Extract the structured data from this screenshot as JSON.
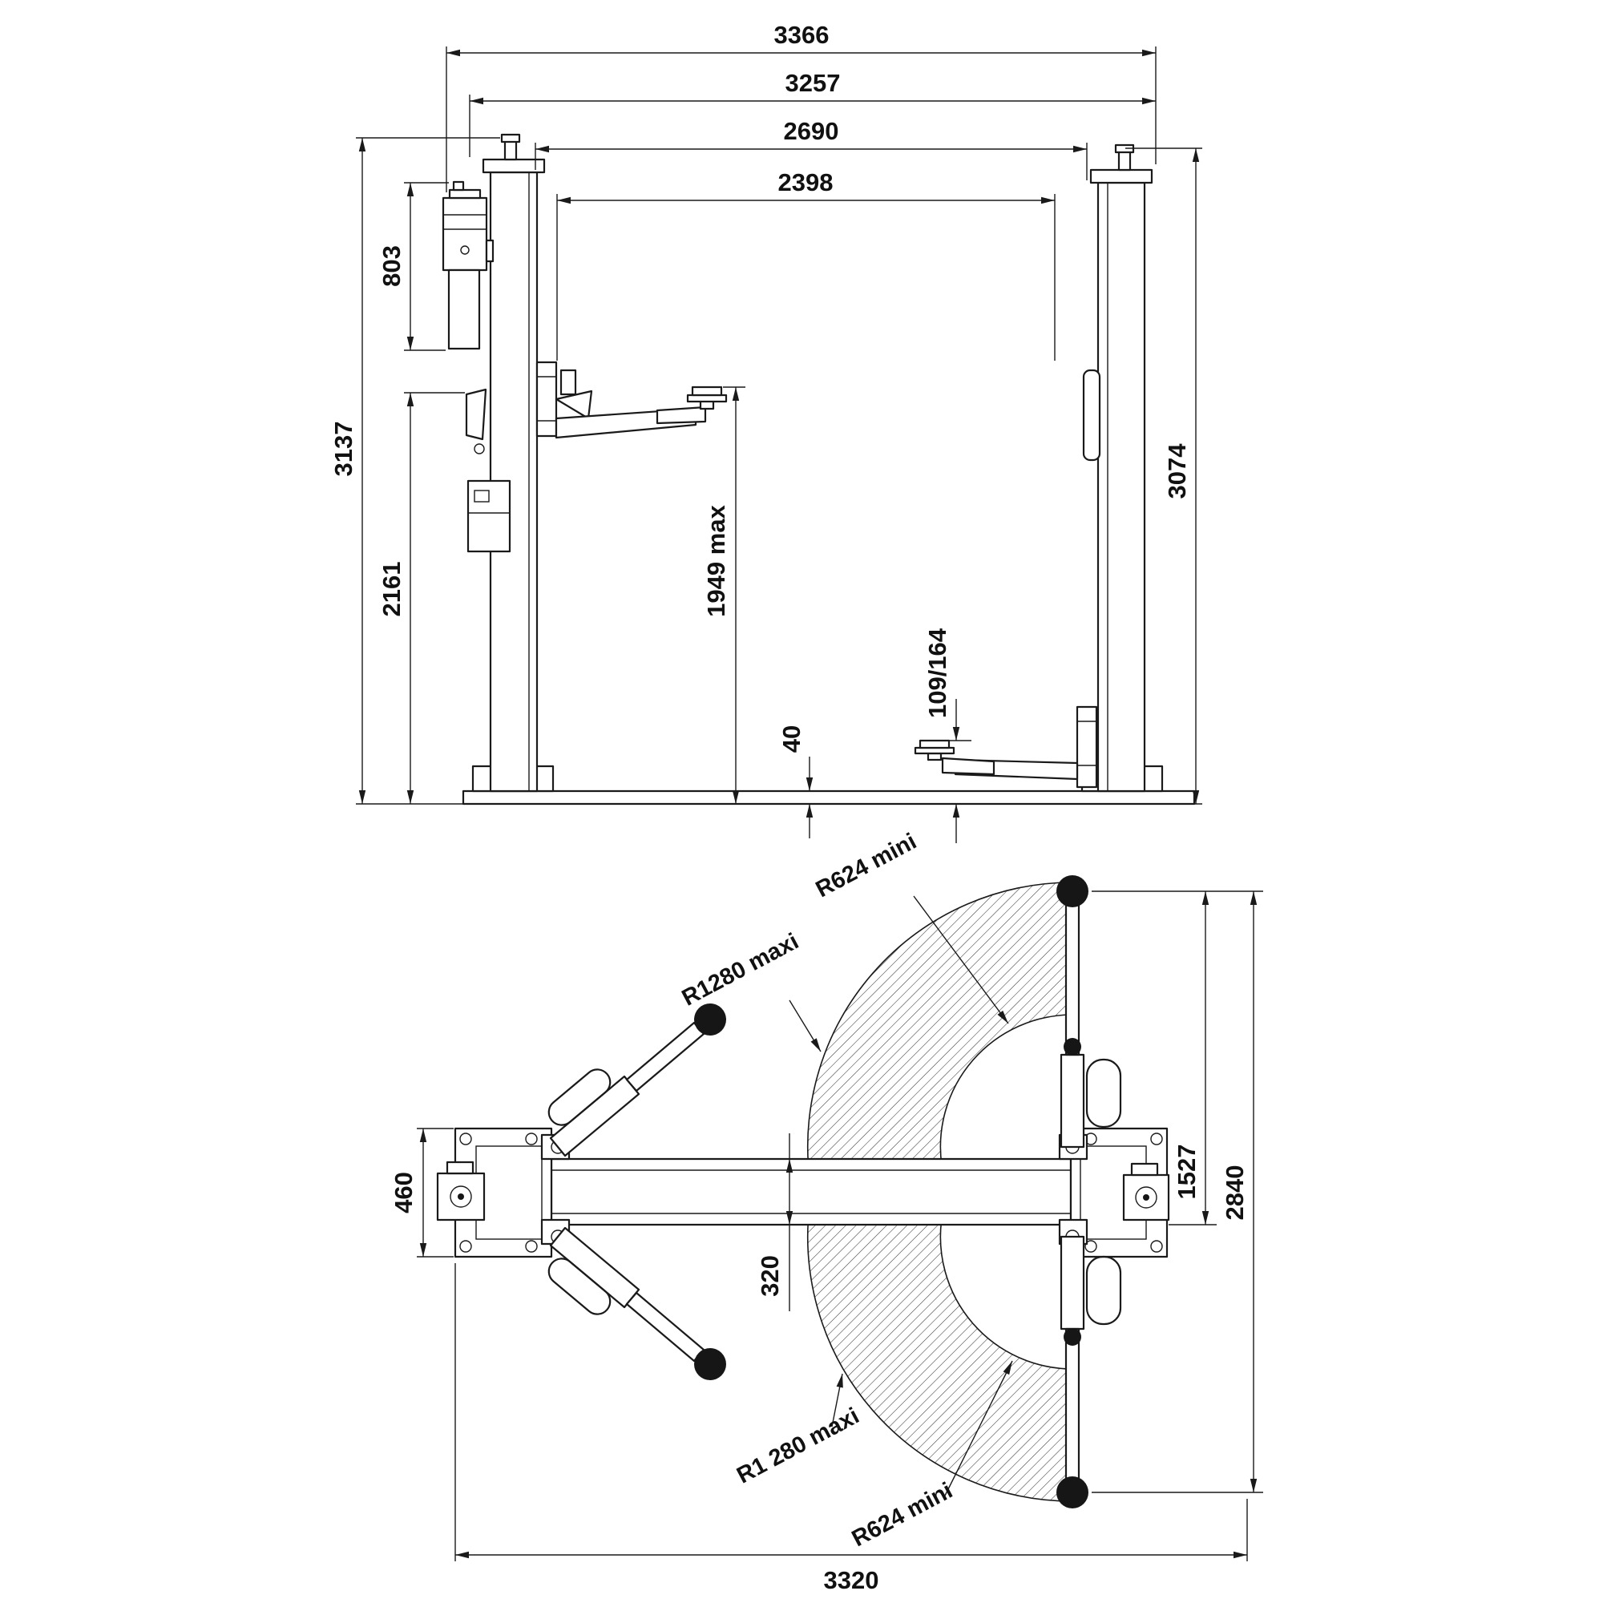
{
  "front_view": {
    "dims": {
      "d3366": "3366",
      "d3257": "3257",
      "d2690": "2690",
      "d2398": "2398",
      "d803": "803",
      "d3137": "3137",
      "d2161": "2161",
      "d1949": "1949 max",
      "d40": "40",
      "d109_164": "109/164",
      "d3074": "3074"
    }
  },
  "plan_view": {
    "dims": {
      "d460": "460",
      "d320": "320",
      "d1527": "1527",
      "d2840": "2840",
      "d3320": "3320"
    },
    "radius_labels": {
      "top_min": "R624 mini",
      "top_max": "R1280 maxi",
      "bottom_max": "R1 280 maxi",
      "bottom_min": "R624 mini"
    }
  }
}
